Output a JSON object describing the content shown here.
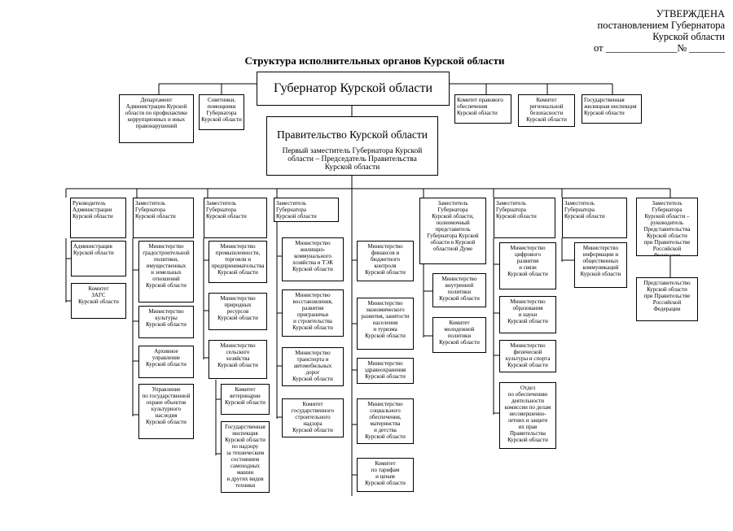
{
  "approval": {
    "text": "УТВЕРЖДЕНА\nпостановлением Губернатора\nКурской области\nот ______________№ _______"
  },
  "title": "Структура исполнительных органов Курской области",
  "governor": "Губернатор Курской области",
  "government": {
    "title": "Правительство Курской области",
    "subtitle": "Первый заместитель Губернатора Курской\nобласти – Председатель Правительства\nКурской области"
  },
  "left_top": [
    "Департамент\nАдминистрации Курской\nобласти по профилактике\nкоррупционных и иных\nправонарушений",
    "Советники,\nпомощники\nГубернатора\nКурской области"
  ],
  "right_top": [
    "Комитет правового\nобеспечения\nКурской области",
    "Комитет\nрегиональной\nбезопасности\nКурской области",
    "Государственная\nжилищная инспекция\nКурской области"
  ],
  "columns": [
    {
      "head": "Руководитель\nАдминистрации\nКурской области",
      "children": [
        "Администрация\nКурской области",
        "Комитет\nЗАГС\nКурской области"
      ]
    },
    {
      "head": "Заместитель\nГубернатора\nКурской области",
      "children": [
        "Министерство\nградостроительной\nполитики,\nимущественных\nи земельных\nотношений\nКурской области",
        "Министерство\nкультуры\nКурской области",
        "Архивное\nуправление\nКурской области",
        "Управление\nпо государственной\nохране объектов\nкультурного\nнаследия\nКурской области"
      ]
    },
    {
      "head": "Заместитель\nГубернатора\nКурской области",
      "children": [
        "Министерство\nпромышленности,\nторговли и\nпредпринимательства\nКурской области",
        "Министерство\nприродных\nресурсов\nКурской области",
        "Министерство\nсельского\nхозяйства\nКурской области"
      ],
      "subchildren": [
        "Комитет\nветеринарии\nКурской области",
        "Государственная\nинспекция\nКурской области\nпо надзору\nза техническим\nсостоянием\nсамоходных\nмашин\nи других видов\nтехники"
      ]
    },
    {
      "head": "Заместитель\nГубернатора\nКурской области",
      "children": [
        "Министерство\nжилищно-\nкоммунального\nхозяйства и ТЭК\nКурской области",
        "Министерство\nвосстановления,\nразвития\nприграничья\nи строительства\nКурской области",
        "Министерство\nтранспорта и\nавтомобильных\nдорог\nКурской области",
        "Комитет\nгосударственного\nстроительного\nнадзора\nКурской области"
      ]
    },
    {
      "head": "",
      "children": [
        "Министерство\nфинансов и\nбюджетного\nконтроля\nКурской области",
        "Министерство\nэкономического\nразвития, занятости\nнаселения\nи туризма\nКурской области",
        "Министерство\nздравоохранения\nКурской области",
        "Министерство\nсоциального\nобеспечения,\nматеринства\nи детства\nКурской области",
        "Комитет\nпо тарифам\nи ценам\nКурской области"
      ]
    },
    {
      "head": "Заместитель\nГубернатора\nКурской области,\nполномочный\nпредставитель\nГубернатора Курской\nобласти в Курской\nобластной Думе",
      "children": [
        "Министерство\nвнутренней\nполитики\nКурской области",
        "Комитет\nмолодежной\nполитики\nКурской области"
      ]
    },
    {
      "head": "Заместитель\nГубернатора\nКурской области",
      "children": [
        "Министерство\nцифрового\nразвития\nи связи\nКурской области",
        "Министерство\nобразования\nи науки\nКурской области",
        "Министерство\nфизической\nкультуры и спорта\nКурской области",
        "Отдел\nпо обеспечению\nдеятельности\nкомиссии по делам\nнесовершенно-\nлетних и защите\nих прав\nПравительства\nКурской области"
      ]
    },
    {
      "head": "Заместитель\nГубернатора\nКурской области",
      "children": [
        "Министерство\nинформации и\nобщественных\nкоммуникаций\nКурской области"
      ]
    },
    {
      "head": "Заместитель\nГубернатора\nКурской области –\nруководитель\nПредставительства\nКурской области\nпри Правительстве\nРоссийской\nФедерации",
      "children": [
        "Представительство\nКурской области\nпри Правительстве\nРоссийской\nФедерации"
      ]
    }
  ]
}
